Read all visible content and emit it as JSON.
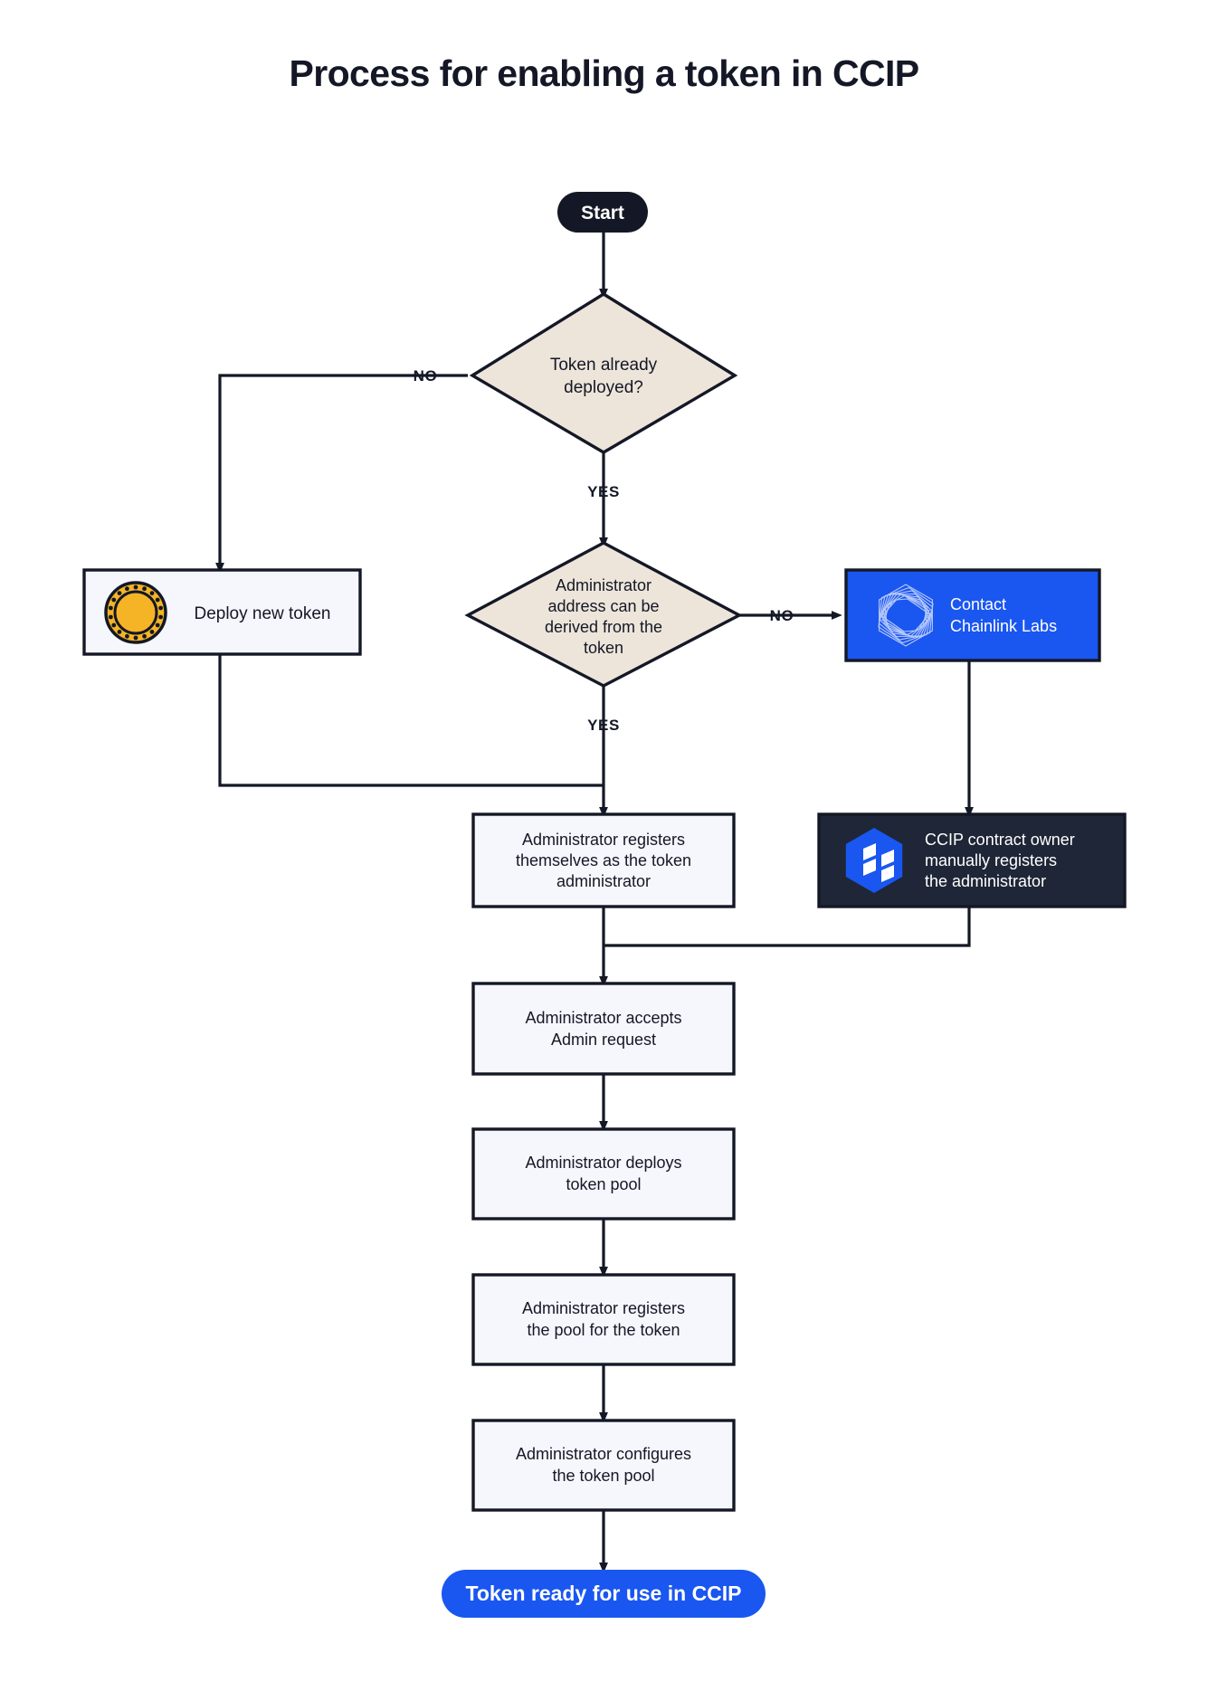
{
  "diagram": {
    "title": "Process for enabling a token in CCIP",
    "type": "flowchart",
    "colors": {
      "ink": "#141826",
      "decision_fill": "#EDE5DA",
      "process_fill": "#F5F7FC",
      "brand_blue": "#1A56F0",
      "dark_panel": "#1E2637",
      "coin_gold": "#F5B426",
      "page_bg": "#FFFFFF"
    },
    "nodes": {
      "start": {
        "label": "Start",
        "shape": "pill-dark"
      },
      "decision_deployed": {
        "label": "Token already deployed?",
        "shape": "diamond"
      },
      "deploy_new_token": {
        "label": "Deploy new token",
        "shape": "process",
        "icon": "gold-coin-icon"
      },
      "decision_admin_derived": {
        "label": "Administrator address can be derived from the token",
        "shape": "diamond"
      },
      "contact_chainlink": {
        "label": "Contact Chainlink Labs",
        "shape": "process-blue",
        "icon": "chainlink-logo-icon"
      },
      "admin_registers_self": {
        "label": "Administrator registers themselves as the token administrator",
        "shape": "process"
      },
      "ccip_owner_registers": {
        "label": "CCIP contract owner manually registers the administrator",
        "shape": "process-dark",
        "icon": "ccip-logo-icon"
      },
      "admin_accepts": {
        "label": "Administrator accepts Admin request",
        "shape": "process"
      },
      "admin_deploys_pool": {
        "label": "Administrator deploys token pool",
        "shape": "process"
      },
      "admin_registers_pool": {
        "label": "Administrator registers the pool for the token",
        "shape": "process"
      },
      "admin_configures_pool": {
        "label": "Administrator configures the token pool",
        "shape": "process"
      },
      "end": {
        "label": "Token ready for use in CCIP",
        "shape": "pill-blue"
      }
    },
    "node_lines": {
      "start": [
        "Start"
      ],
      "decision_deployed": [
        "Token already",
        "deployed?"
      ],
      "deploy_new_token": [
        "Deploy new token"
      ],
      "decision_admin_derived": [
        "Administrator",
        "address can be",
        "derived from the",
        "token"
      ],
      "contact_chainlink": [
        "Contact",
        "Chainlink Labs"
      ],
      "admin_registers_self": [
        "Administrator registers",
        "themselves as the token",
        "administrator"
      ],
      "ccip_owner_registers": [
        "CCIP contract owner",
        "manually registers",
        "the administrator"
      ],
      "admin_accepts": [
        "Administrator accepts",
        "Admin request"
      ],
      "admin_deploys_pool": [
        "Administrator deploys",
        "token pool"
      ],
      "admin_registers_pool": [
        "Administrator registers",
        "the pool for the token"
      ],
      "admin_configures_pool": [
        "Administrator configures",
        "the token pool"
      ],
      "end": [
        "Token ready for use in CCIP"
      ]
    },
    "edge_labels": {
      "deployed_no": "NO",
      "deployed_yes": "YES",
      "derived_no": "NO",
      "derived_yes": "YES"
    }
  }
}
